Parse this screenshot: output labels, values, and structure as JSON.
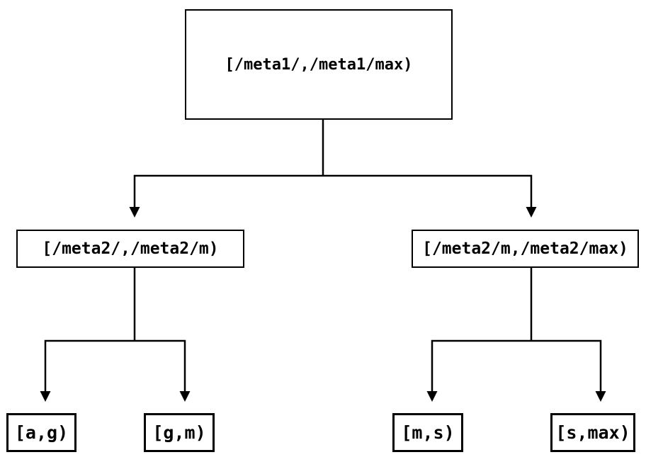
{
  "diagram": {
    "type": "tree",
    "background_color": "#ffffff",
    "line_color": "#000000",
    "text_color": "#000000",
    "nodes": {
      "root": {
        "label": "[/meta1/,/meta1/max)"
      },
      "meta2_low": {
        "label": "[/meta2/,/meta2/m)"
      },
      "meta2_high": {
        "label": "[/meta2/m,/meta2/max)"
      },
      "leaf_a_g": {
        "label": "[a,g)"
      },
      "leaf_g_m": {
        "label": "[g,m)"
      },
      "leaf_m_s": {
        "label": "[m,s)"
      },
      "leaf_s_max": {
        "label": "[s,max)"
      }
    },
    "edges": [
      {
        "from": "root",
        "to": "meta2_low"
      },
      {
        "from": "root",
        "to": "meta2_high"
      },
      {
        "from": "meta2_low",
        "to": "leaf_a_g"
      },
      {
        "from": "meta2_low",
        "to": "leaf_g_m"
      },
      {
        "from": "meta2_high",
        "to": "leaf_m_s"
      },
      {
        "from": "meta2_high",
        "to": "leaf_s_max"
      }
    ]
  }
}
